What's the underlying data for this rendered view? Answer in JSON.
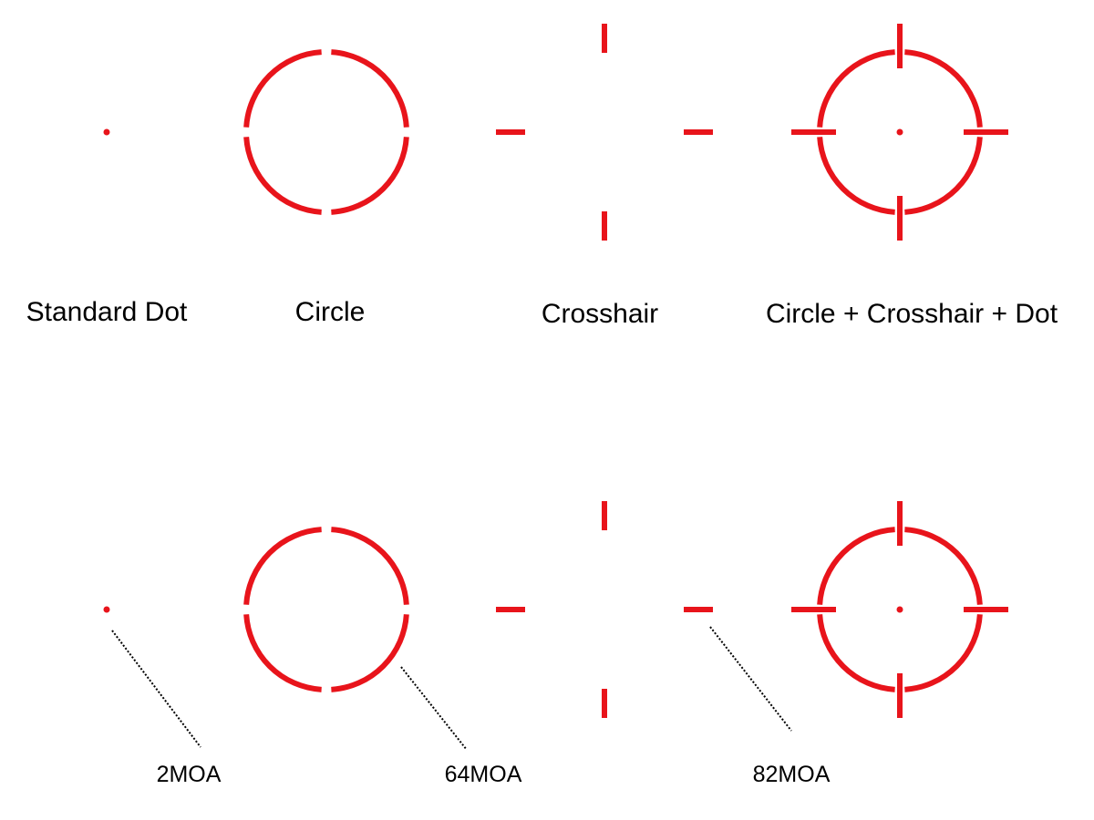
{
  "colors": {
    "reticle": "#e8141b",
    "text": "#000000",
    "background": "#ffffff"
  },
  "reticles": [
    {
      "label": "Standard Dot"
    },
    {
      "label": "Circle"
    },
    {
      "label": "Crosshair"
    },
    {
      "label": "Circle + Crosshair + Dot"
    }
  ],
  "moa_labels": [
    {
      "text": "2MOA"
    },
    {
      "text": "64MOA"
    },
    {
      "text": "82MOA"
    }
  ]
}
